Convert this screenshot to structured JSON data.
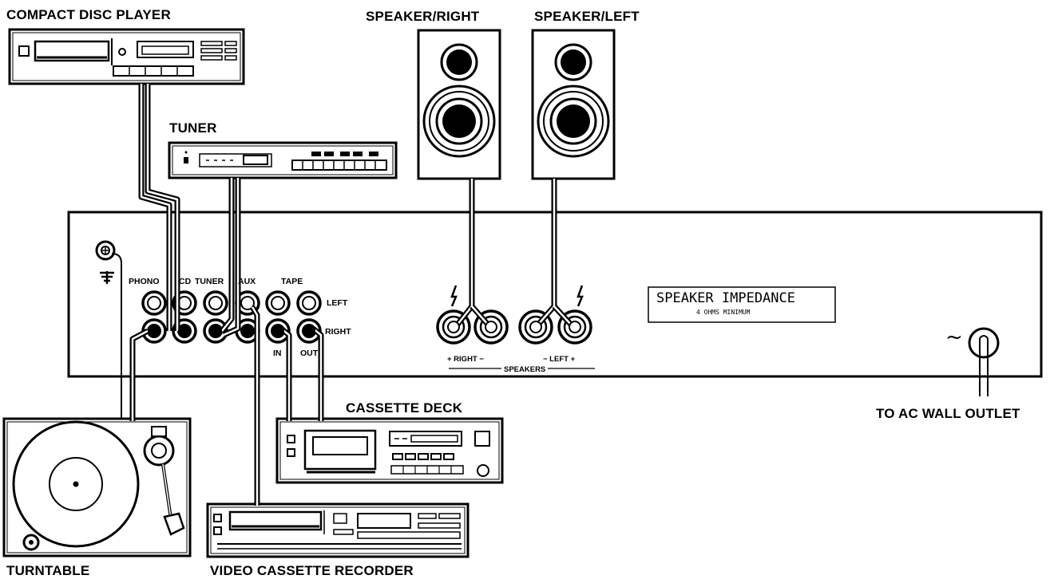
{
  "devices": {
    "compact_disc_player": "COMPACT DISC PLAYER",
    "tuner": "TUNER",
    "speaker_right": "SPEAKER/RIGHT",
    "speaker_left": "SPEAKER/LEFT",
    "cassette_deck": "CASSETTE DECK",
    "turntable": "TURNTABLE",
    "video_cassette_recorder": "VIDEO CASSETTE RECORDER",
    "ac_outlet": "TO AC WALL OUTLET"
  },
  "rear_panel": {
    "inputs": {
      "phono": "PHONO",
      "cd": "CD",
      "tuner": "TUNER",
      "aux": "AUX",
      "tape": "TAPE",
      "left": "LEFT",
      "right": "RIGHT",
      "in": "IN",
      "out": "OUT"
    },
    "speakers": {
      "right_label": "+ RIGHT −",
      "left_label": "− LEFT +",
      "speakers_label": "SPEAKERS"
    },
    "impedance": {
      "title": "SPEAKER IMPEDANCE",
      "subtitle": "4 OHMS MINIMUM"
    },
    "ac_symbol": "~"
  },
  "icons": [
    "ground-terminal-icon",
    "ground-symbol-icon",
    "lightning-icon",
    "ac-plug-icon",
    "rca-jack-icon",
    "speaker-terminal-icon"
  ]
}
